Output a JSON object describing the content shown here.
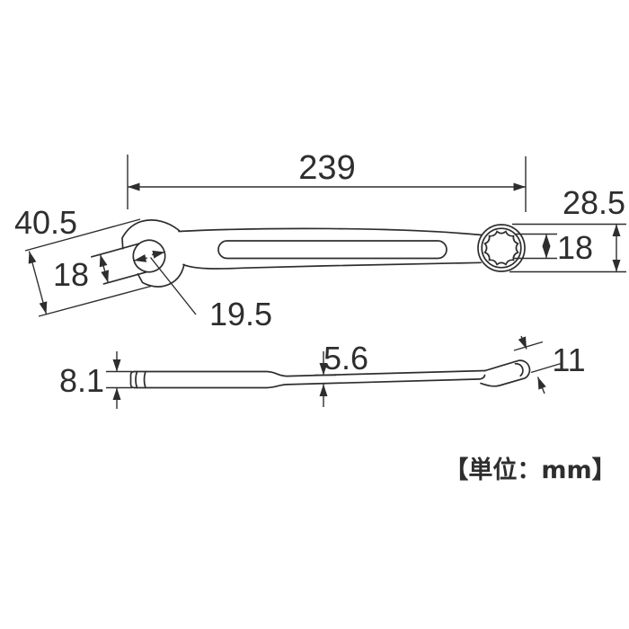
{
  "meta": {
    "description": "Combination wrench dimensional drawing, top view and side view"
  },
  "unit_note": "【単位：mm】",
  "dimensions": {
    "overall_length": "239",
    "ring_end_outer_width": "28.5",
    "ring_opening": "18",
    "open_end_head_width": "40.5",
    "jaw_opening": "18",
    "throat_diameter": "19.5",
    "open_end_thickness": "8.1",
    "shaft_thickness": "5.6",
    "ring_end_thickness": "11"
  },
  "colors": {
    "line": "#2e2e2e",
    "background": "#ffffff"
  }
}
